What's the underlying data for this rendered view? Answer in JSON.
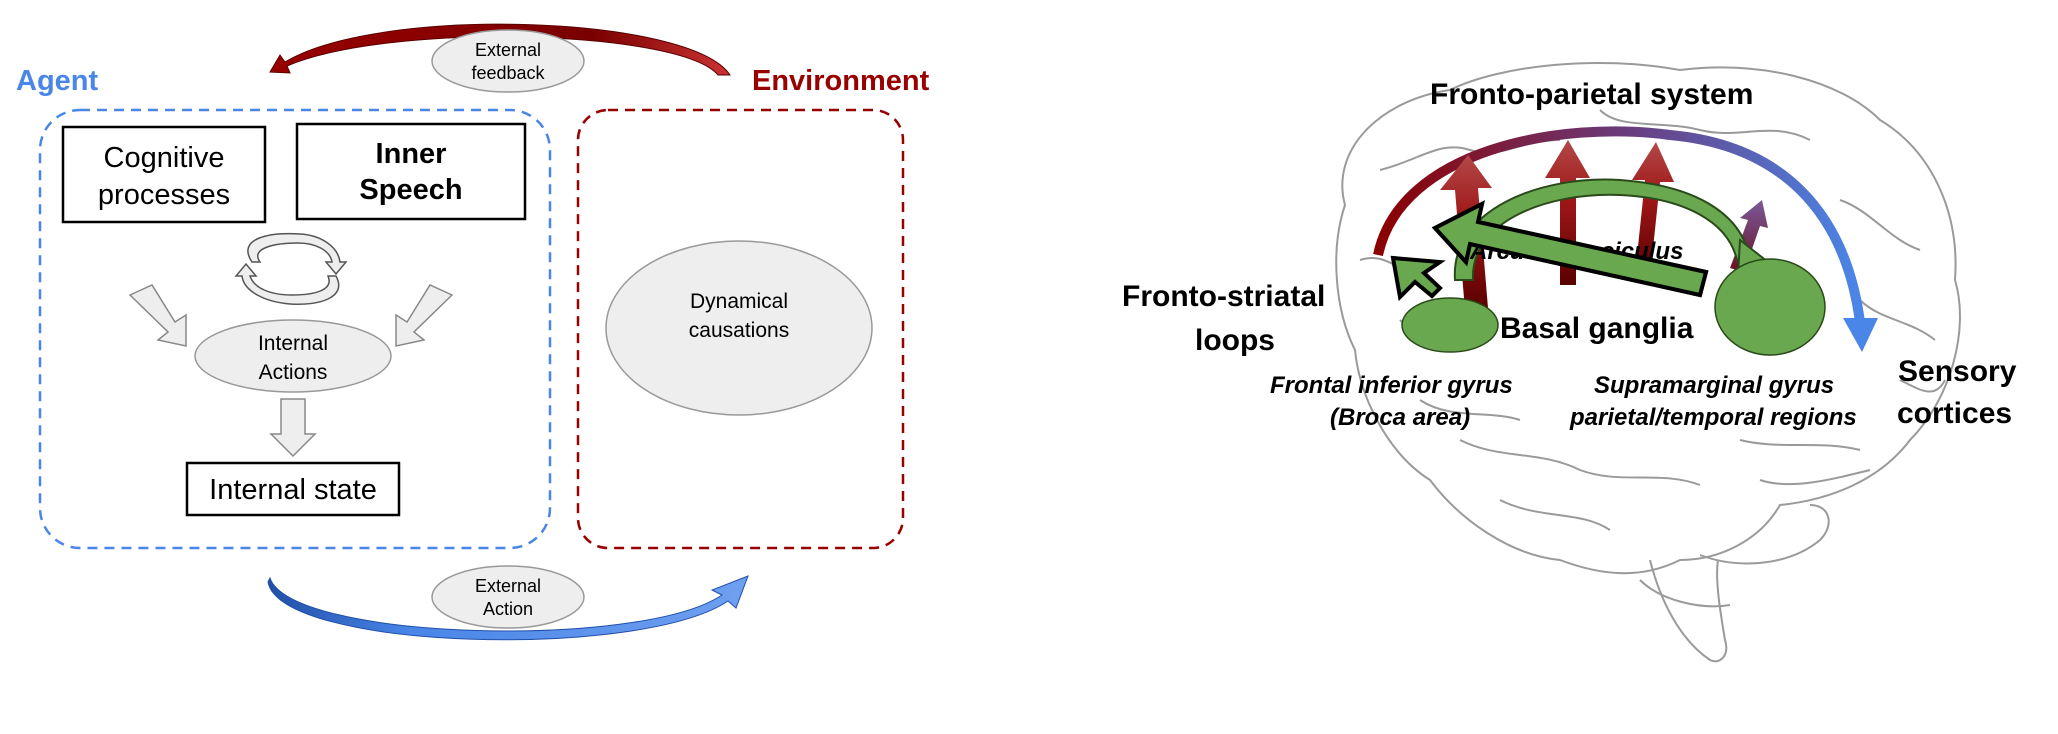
{
  "left_diagram": {
    "agent_label": "Agent",
    "environment_label": "Environment",
    "external_feedback": [
      "External",
      "feedback"
    ],
    "external_action": [
      "External",
      "Action"
    ],
    "cognitive_processes": [
      "Cognitive",
      "processes"
    ],
    "inner_speech": [
      "Inner",
      "Speech"
    ],
    "internal_actions": [
      "Internal",
      "Actions"
    ],
    "internal_state": "Internal state",
    "dynamical_causations": [
      "Dynamical",
      "causations"
    ]
  },
  "right_diagram": {
    "fronto_parietal_system": "Fronto-parietal system",
    "fronto_striatal_loops": [
      "Fronto-striatal",
      "loops"
    ],
    "arcuate_fasciculus": "Arcuate fasciculus",
    "basal_ganglia": "Basal ganglia",
    "frontal_inferior_gyrus": [
      "Frontal inferior gyrus",
      "(Broca area)"
    ],
    "supramarginal_gyrus": [
      "Supramarginal gyrus",
      "parietal/temporal regions"
    ],
    "sensory_cortices": [
      "Sensory",
      "cortices"
    ]
  },
  "colors": {
    "agent_blue": "#4a86e8",
    "environment_red": "#990000",
    "green": "#6aa84f",
    "grey_fill": "#eeeeee"
  }
}
